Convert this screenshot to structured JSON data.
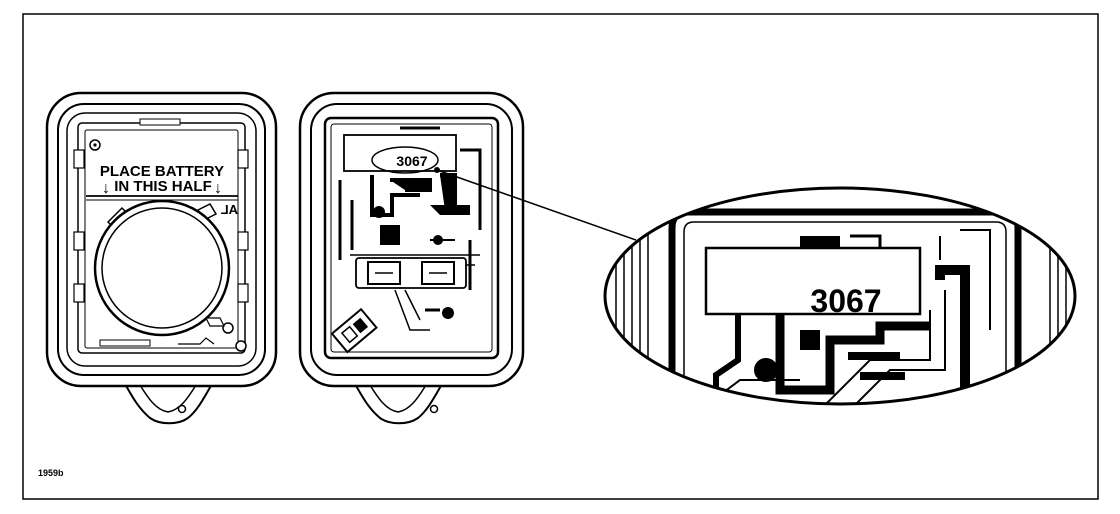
{
  "battery_half": {
    "line1": "PLACE BATTERY",
    "line2": "IN THIS HALF",
    "arrow_left": "↓",
    "arrow_right": "↓",
    "mirrored_mark": "AL"
  },
  "circuit_half": {
    "chip_code": "3067"
  },
  "magnified_view": {
    "chip_code": "3067"
  },
  "figure_id": "1959b"
}
